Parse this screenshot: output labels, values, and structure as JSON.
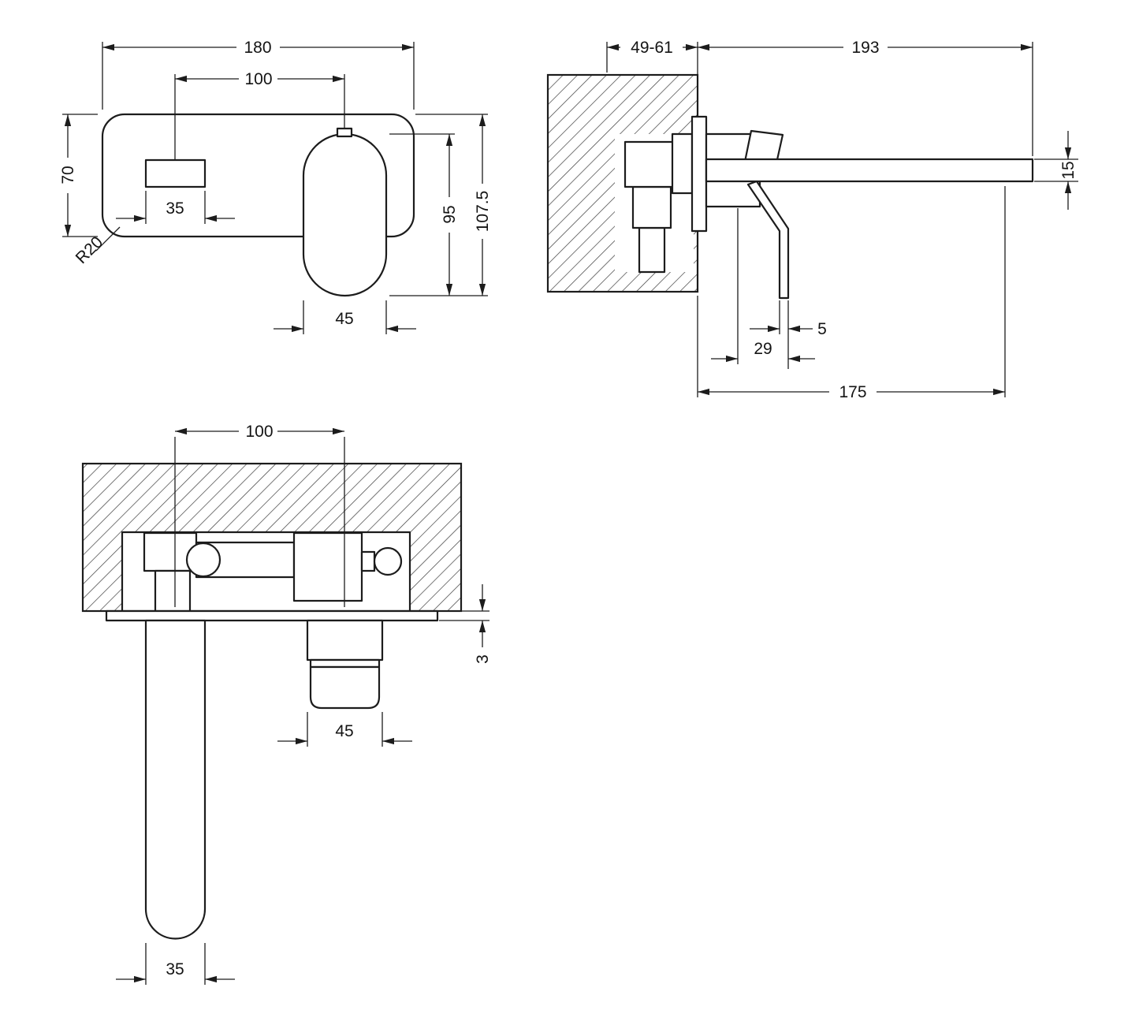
{
  "views": {
    "front": {
      "overall_width": "180",
      "hole_centres": "100",
      "plate_height": "70",
      "spout_hole_width": "35",
      "corner_radius": "R20",
      "handle_width": "45",
      "handle_height": "95",
      "overall_height": "107.5"
    },
    "side": {
      "wall_depth_range": "49-61",
      "spout_projection": "193",
      "spout_thickness": "15",
      "handle_thickness": "5",
      "handle_offset": "29",
      "outlet_projection": "175"
    },
    "bottom": {
      "hole_centres": "100",
      "plate_thickness": "3",
      "handle_width": "45",
      "spout_width": "35"
    }
  }
}
